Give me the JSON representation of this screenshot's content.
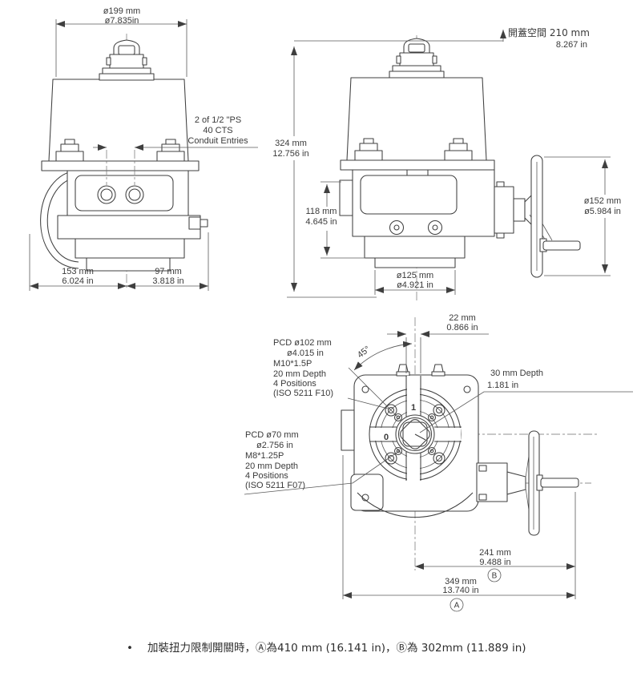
{
  "front_view": {
    "dim_width": {
      "mm": "ø199 mm",
      "in": "ø7.835in"
    },
    "conduit": {
      "l1": "2 of 1/2 \"PS",
      "l2": "40 CTS",
      "l3": "Conduit Entries"
    },
    "dim_left": {
      "mm": "153 mm",
      "in": "6.024 in"
    },
    "dim_right": {
      "mm": "97 mm",
      "in": "3.818 in"
    }
  },
  "side_view": {
    "cover_clearance": {
      "l1": "開蓋空間 210 mm",
      "l2": "8.267 in"
    },
    "dim_height": {
      "mm": "324 mm",
      "in": "12.756 in"
    },
    "dim_base_height": {
      "mm": "118 mm",
      "in": "4.645 in"
    },
    "dim_base_dia": {
      "mm": "ø125 mm",
      "in": "ø4.921 in"
    },
    "dim_handwheel_dia": {
      "mm": "ø152 mm",
      "in": "ø5.984 in"
    }
  },
  "plan_view": {
    "dim_key_width": {
      "mm": "22 mm",
      "in": "0.866 in"
    },
    "angle": "45°",
    "bolt_circle_outer": {
      "l1": "PCD ø102 mm",
      "l2": "ø4.015 in",
      "l3": "M10*1.5P",
      "l4": "20 mm Depth",
      "l5": "4 Positions",
      "l6": "(ISO 5211 F10)"
    },
    "socket_depth": {
      "l1": "30 mm Depth",
      "l2": "1.181 in"
    },
    "bolt_circle_inner": {
      "l1": "PCD ø70 mm",
      "l2": "ø2.756 in",
      "l3": "M8*1.25P",
      "l4": "20 mm Depth",
      "l5": "4 Positions",
      "l6": "(ISO 5211 F07)"
    },
    "dim_b": {
      "mm": "241 mm",
      "in": "9.488 in",
      "tag": "B"
    },
    "dim_a": {
      "mm": "349 mm",
      "in": "13.740 in",
      "tag": "A"
    },
    "position_open": "1",
    "position_closed": "0"
  },
  "footnote": {
    "bullet": "•",
    "text": "加裝扭力限制開關時，Ⓐ為410 mm (16.141 in)，Ⓑ為 302mm (11.889 in)"
  }
}
